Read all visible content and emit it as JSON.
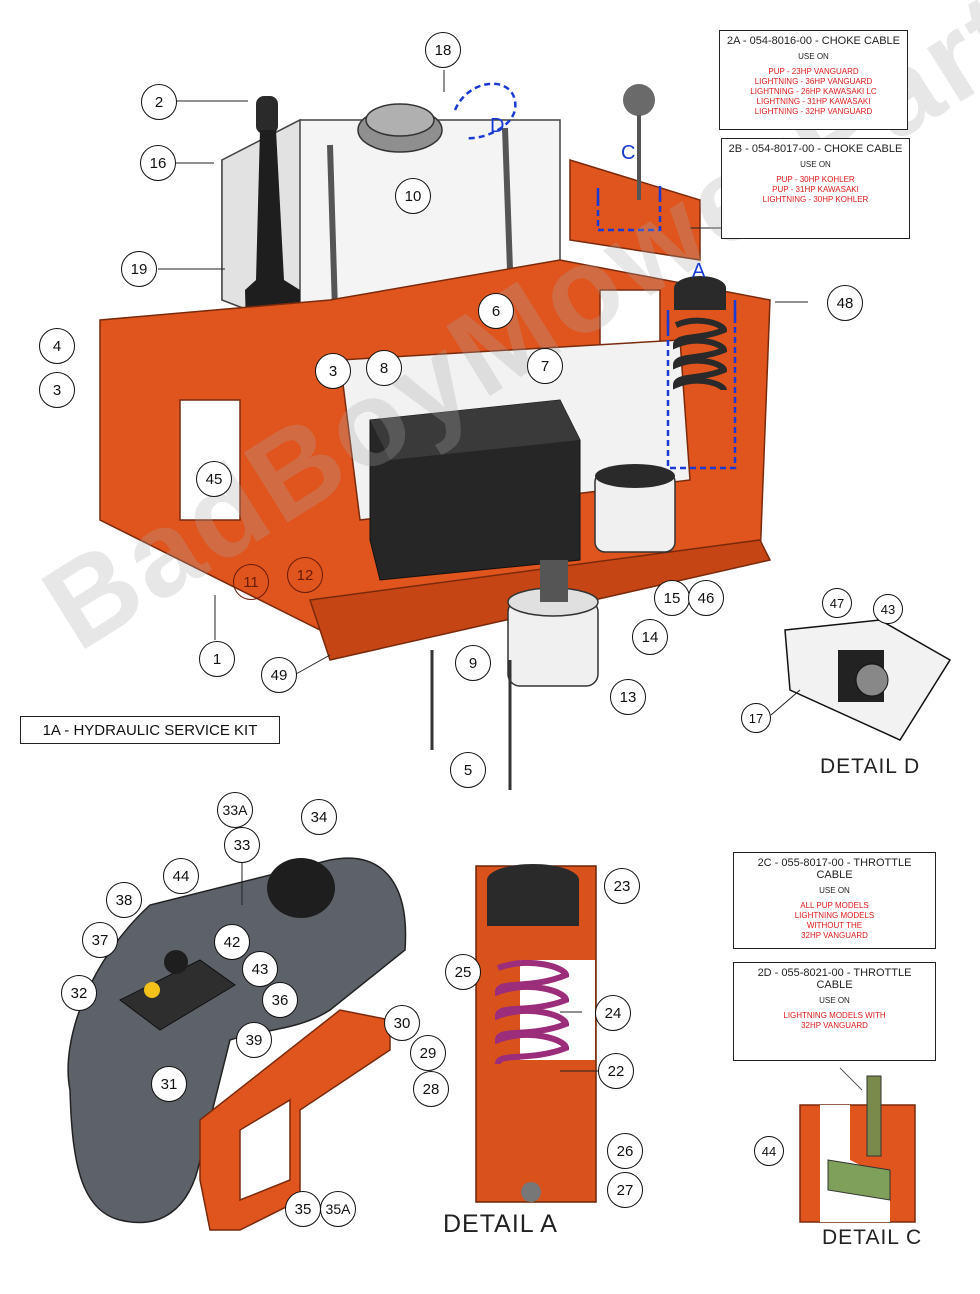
{
  "watermark": "BadBoyMowerParts.com",
  "kit_label": "1A - HYDRAULIC SERVICE KIT",
  "info_boxes": [
    {
      "header": "2A - 054-8016-00 - CHOKE CABLE",
      "use_on": "USE ON",
      "models": [
        "PUP - 23HP VANGUARD",
        "LIGHTNING - 36HP VANGUARD",
        "LIGHTNING - 26HP KAWASAKI LC",
        "LIGHTNING - 31HP KAWASAKI",
        "LIGHTNING - 32HP VANGUARD"
      ]
    },
    {
      "header": "2B - 054-8017-00 - CHOKE CABLE",
      "use_on": "USE ON",
      "models": [
        "PUP - 30HP KOHLER",
        "PUP - 31HP KAWASAKI",
        "LIGHTNING - 30HP KOHLER"
      ]
    },
    {
      "header": "2C - 055-8017-00 - THROTTLE CABLE",
      "use_on": "USE ON",
      "models": [
        "ALL PUP MODELS",
        "LIGHTNING MODELS",
        "WITHOUT THE",
        "32HP VANGUARD"
      ]
    },
    {
      "header": "2D - 055-8021-00 - THROTTLE CABLE",
      "use_on": "USE ON",
      "models": [
        "LIGHTNING MODELS WITH",
        "32HP VANGUARD"
      ]
    }
  ],
  "detail_labels": {
    "d": "DETAIL D",
    "a": "DETAIL A",
    "c": "DETAIL C"
  },
  "arrow_letters": {
    "a": "A",
    "c": "C",
    "d": "D"
  },
  "callouts": {
    "n18": "18",
    "n2": "2",
    "n16": "16",
    "n10": "10",
    "n19": "19",
    "n3a": "3",
    "n4": "4",
    "n3b": "3",
    "n6": "6",
    "n8": "8",
    "n7": "7",
    "n45": "45",
    "n11": "11",
    "n12": "12",
    "n1": "1",
    "n49": "49",
    "n15": "15",
    "n46": "46",
    "n14": "14",
    "n9": "9",
    "n13": "13",
    "n5": "5",
    "n48": "48",
    "n47": "47",
    "n43a": "43",
    "n17": "17",
    "n33a": "33A",
    "n34": "34",
    "n33": "33",
    "n44a": "44",
    "n38": "38",
    "n37": "37",
    "n42": "42",
    "n43b": "43",
    "n32": "32",
    "n36": "36",
    "n39": "39",
    "n30": "30",
    "n29": "29",
    "n28": "28",
    "n31": "31",
    "n35": "35",
    "n35a": "35A",
    "n23": "23",
    "n25": "25",
    "n24": "24",
    "n22": "22",
    "n26": "26",
    "n27": "27",
    "n44b": "44"
  },
  "colors": {
    "frame": "#e0541d",
    "frame_dark": "#a33a12",
    "tank": "#f4f4f4",
    "fuel_tank": "#5d6168",
    "arrow": "#1a3ad6",
    "model_text": "#e01b1b"
  }
}
